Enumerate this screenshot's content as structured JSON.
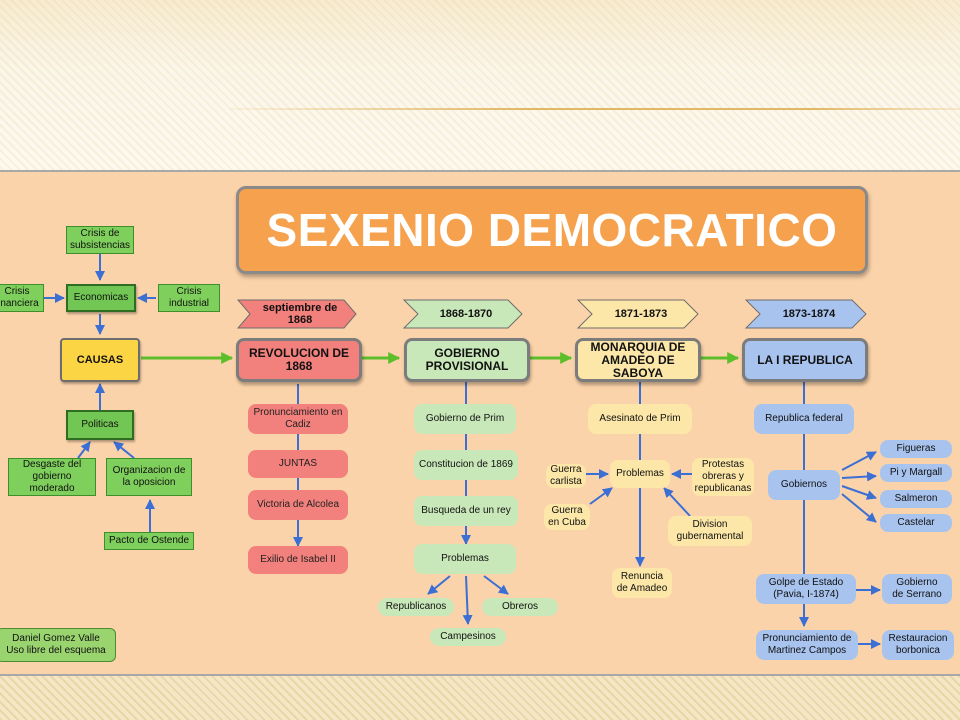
{
  "title": "SEXENIO DEMOCRATICO",
  "colors": {
    "slide_background": "#fbf4e3",
    "diagram_background": "#fbd3aa",
    "title_box": "#f6a14d",
    "green_node": "#7fcf5c",
    "causas": "#fcd545",
    "revolucion": "#f2807c",
    "gobierno_provisional": "#c9e8b9",
    "monarquia": "#fce7a8",
    "republica": "#a7c3ee",
    "connector_green": "#5cbf2a",
    "connector_blue": "#3b6fd4"
  },
  "causes": {
    "crisis_subsistencias": "Crisis de\nsubsistencias",
    "crisis_financiera": "Crisis\nfinanciera",
    "economicas": "Economicas",
    "crisis_industrial": "Crisis\nindustrial",
    "causas": "CAUSAS",
    "politicas": "Politicas",
    "desgaste": "Desgaste del\ngobierno\nmoderado",
    "organizacion": "Organizacion de\nla oposicion",
    "pacto": "Pacto de Ostende"
  },
  "periods": [
    {
      "date": "septiembre de\n1868",
      "heading": "REVOLUCION DE\n1868"
    },
    {
      "date": "1868-1870",
      "heading": "GOBIERNO\nPROVISIONAL"
    },
    {
      "date": "1871-1873",
      "heading": "MONARQUIA DE\nAMADEO DE\nSABOYA"
    },
    {
      "date": "1873-1874",
      "heading": "LA I REPUBLICA"
    }
  ],
  "revolucion": {
    "items": [
      "Pronunciamiento en\nCadiz",
      "JUNTAS",
      "Victoria de Alcolea",
      "Exilio de Isabel II"
    ]
  },
  "gobierno": {
    "items": [
      "Gobierno de Prim",
      "Constitucion de 1869",
      "Busqueda de un rey",
      "Problemas"
    ],
    "problemas": [
      "Republicanos",
      "Campesinos",
      "Obreros"
    ]
  },
  "monarquia": {
    "asesinato": "Asesinato de Prim",
    "problemas": "Problemas",
    "guerra_carlista": "Guerra\ncarlista",
    "guerra_cuba": "Guerra\nen Cuba",
    "protestas": "Protestas\nobreras y\nrepublicanas",
    "division": "Division\ngubernamental",
    "renuncia": "Renuncia\nde Amadeo"
  },
  "republica": {
    "federal": "Republica federal",
    "gobiernos": "Gobiernos",
    "presidents": [
      "Figueras",
      "Pi y Margall",
      "Salmeron",
      "Castelar"
    ],
    "golpe": "Golpe de Estado\n(Pavia, I-1874)",
    "gobierno_serrano": "Gobierno\nde Serrano",
    "pronunciamiento": "Pronunciamiento de\nMartinez Campos",
    "restauracion": "Restauracion\nborbonica"
  },
  "credit": "Daniel Gomez Valle\nUso libre del esquema"
}
